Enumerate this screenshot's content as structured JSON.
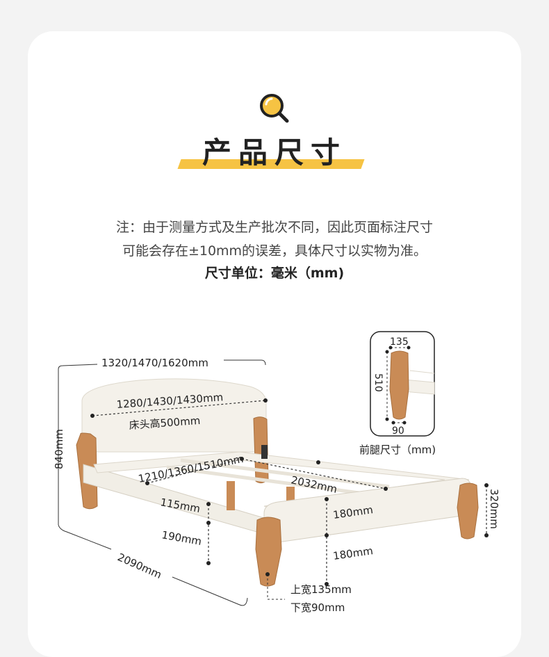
{
  "header": {
    "title": "产品尺寸",
    "icon": "magnifier-icon",
    "accent_color": "#f6c343"
  },
  "note": {
    "line1": "注：由于测量方式及生产批次不同，因此页面标注尺寸",
    "line2": "可能会存在±10mm的误差，具体尺寸以实物为准。",
    "unit": "尺寸单位：毫米（mm)"
  },
  "dimensions": {
    "outer_width": "1320/1470/1620mm",
    "headboard_width": "1280/1430/1430mm",
    "headboard_height": "床头高500mm",
    "total_height": "840mm",
    "inner_width": "1210/1360/1510mm",
    "inner_length": "2032mm",
    "rail_height": "115mm",
    "under_clearance": "190mm",
    "total_length": "2090mm",
    "footboard_height": "180mm",
    "foot_clearance": "180mm",
    "foot_panel_height": "320mm",
    "leg_top": "上宽135mm",
    "leg_bottom": "下宽90mm"
  },
  "inset": {
    "top_width": "135",
    "height": "510",
    "bottom_width": "90",
    "caption": "前腿尺寸（mm)"
  }
}
